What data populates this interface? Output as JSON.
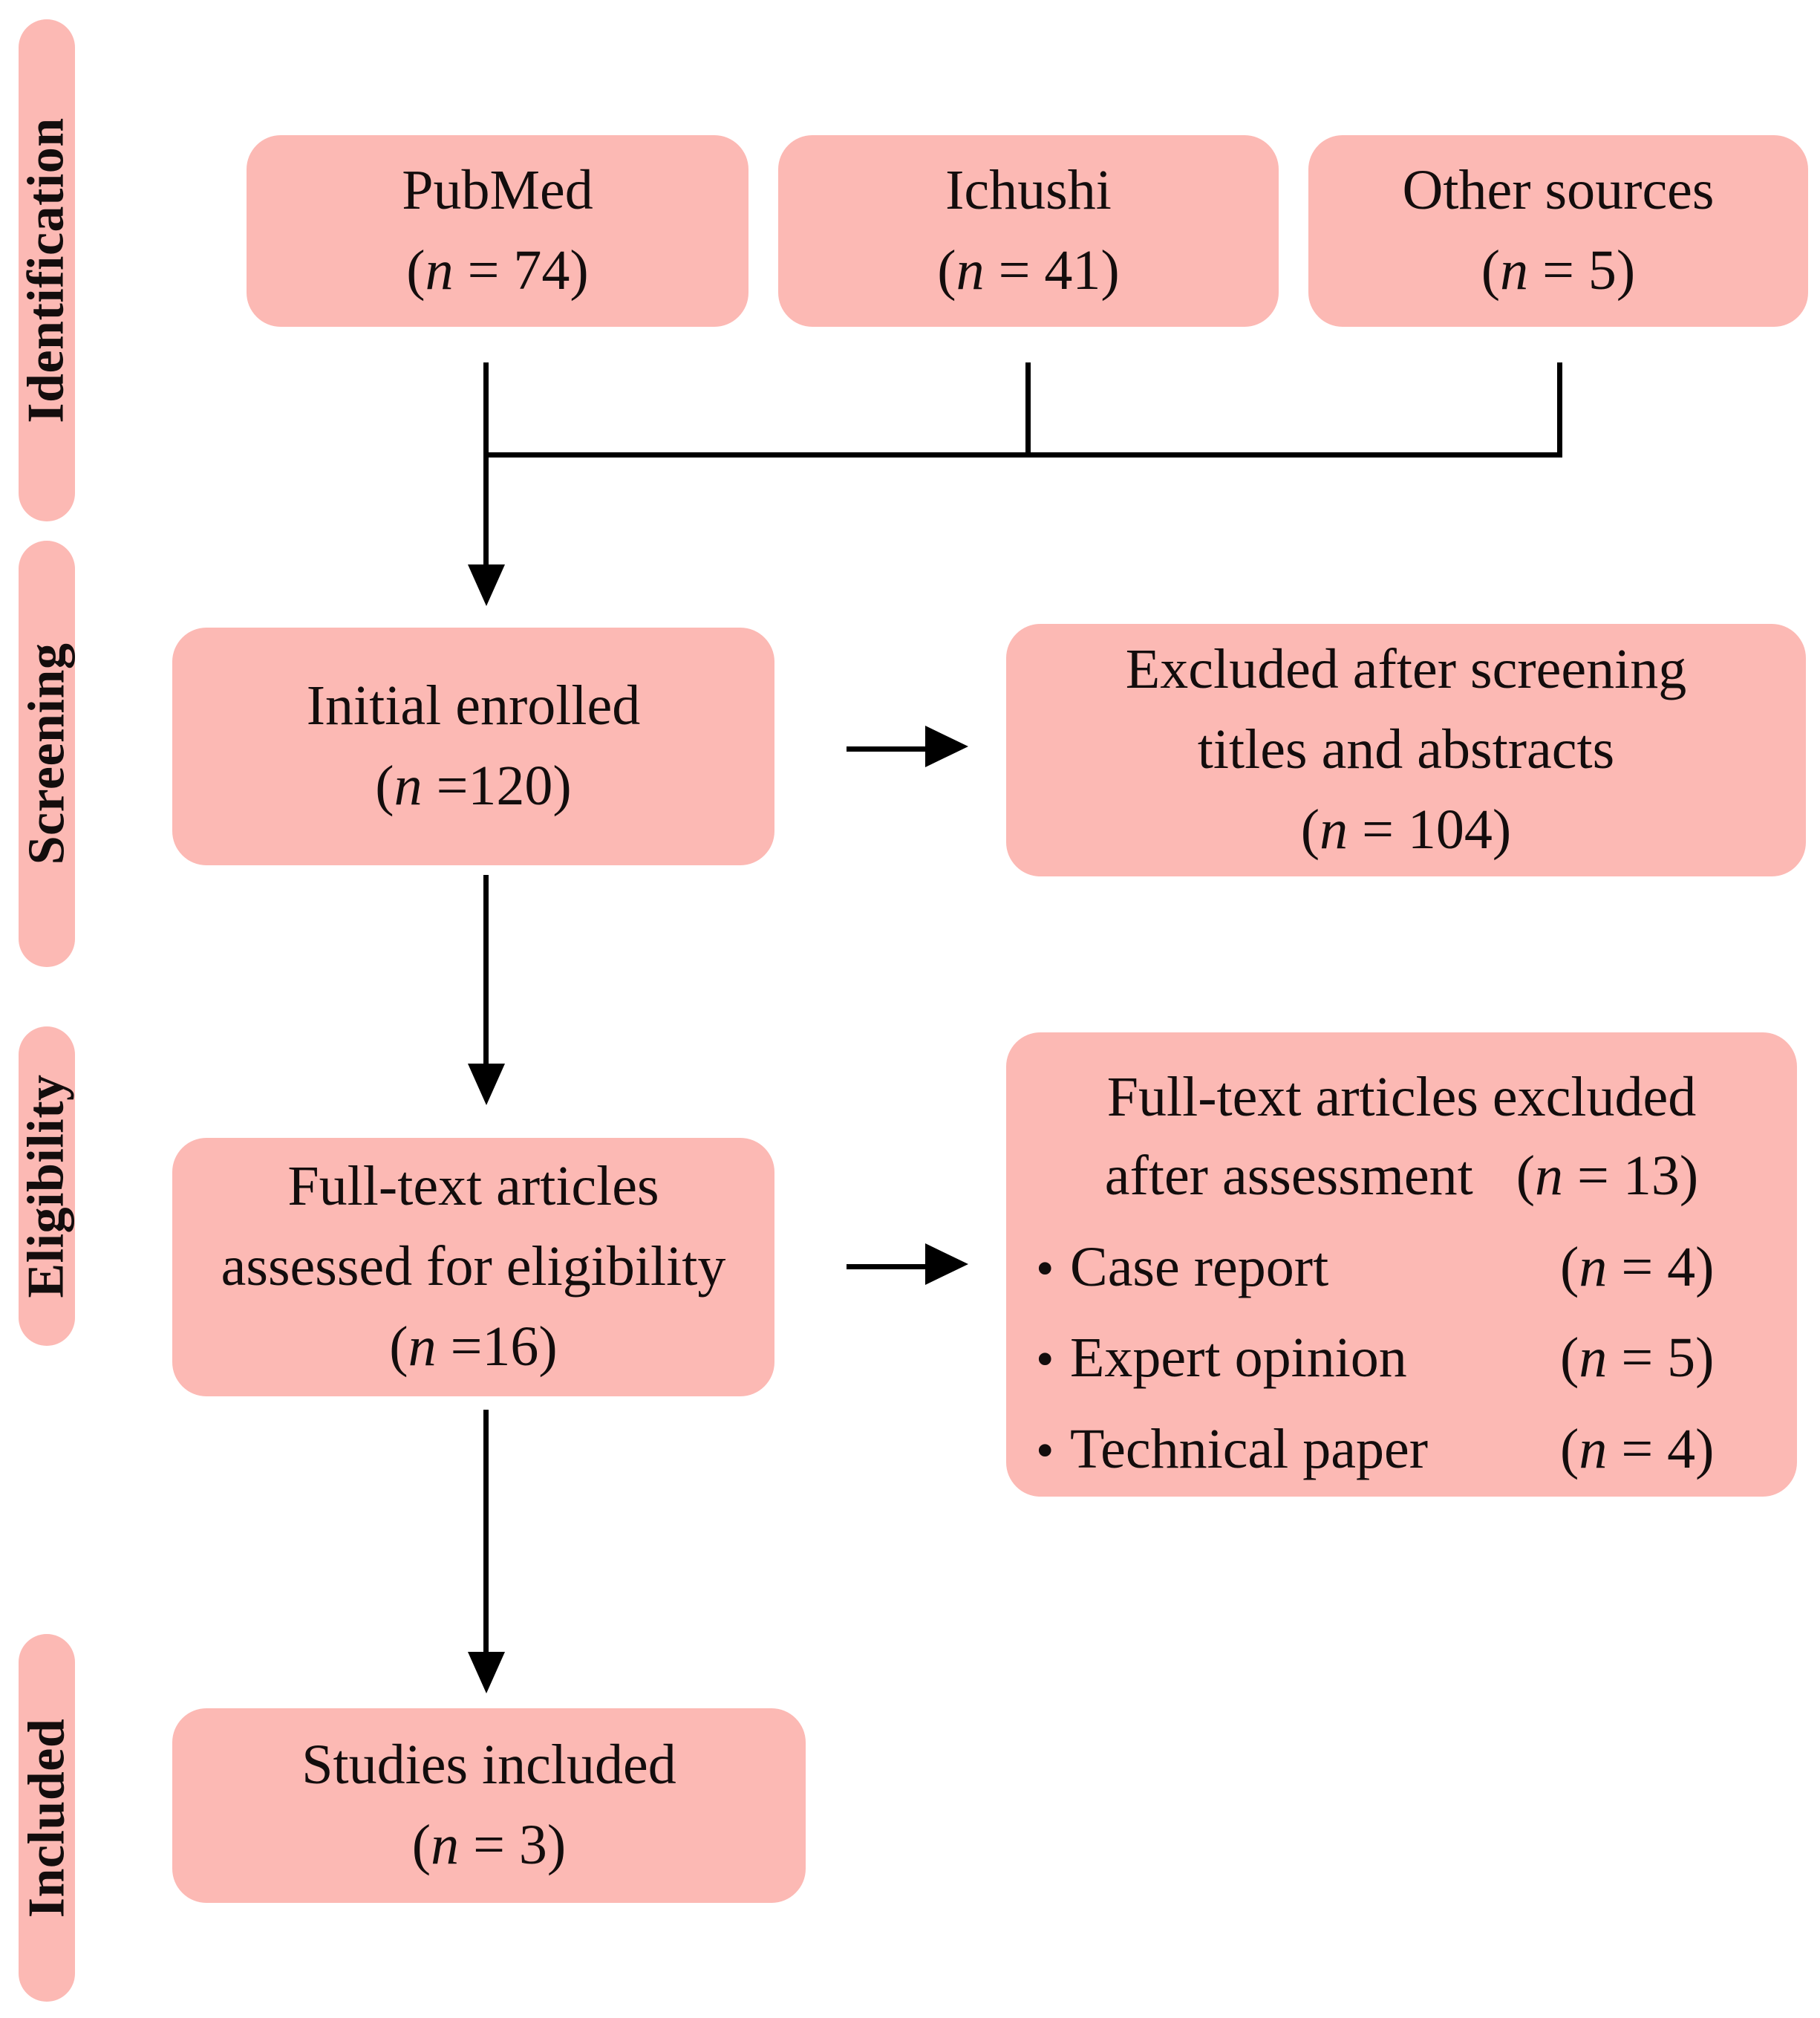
{
  "diagram": {
    "title": "PRISMA study selection flow diagram",
    "accent_color": "#fcb9b4",
    "line_color": "#000000",
    "text_color": "#130d0d"
  },
  "stages": [
    {
      "id": "identification",
      "label": "Identification"
    },
    {
      "id": "screening",
      "label": "Screening"
    },
    {
      "id": "eligibility",
      "label": "Eligibility"
    },
    {
      "id": "included",
      "label": "Included"
    }
  ],
  "sources": [
    {
      "id": "pubmed",
      "name": "PubMed",
      "count_text": "(n = 74)",
      "n_symbol": "n",
      "count_rest": " = 74)",
      "count_open": "("
    },
    {
      "id": "ichushi",
      "name": "Ichushi",
      "count_text": "(n = 41)",
      "n_symbol": "n",
      "count_rest": " = 41)",
      "count_open": "("
    },
    {
      "id": "other-sources",
      "name": "Other sources",
      "count_text": "(n = 5)",
      "n_symbol": "n",
      "count_rest": " = 5)",
      "count_open": "("
    }
  ],
  "screening": {
    "enrolled": {
      "line1": "Initial enrolled",
      "count_open": "(",
      "n_symbol": "n",
      "count_rest": " =120)"
    },
    "excluded": {
      "line1": "Excluded after screening",
      "line2": "titles and abstracts",
      "count_open": "(",
      "n_symbol": "n",
      "count_rest": " = 104)"
    }
  },
  "eligibility": {
    "assessed": {
      "line1": "Full-text articles",
      "line2": "assessed for eligibility",
      "count_open": "(",
      "n_symbol": "n",
      "count_rest": " =16)"
    },
    "excluded": {
      "line1": "Full-text articles excluded",
      "line2": "after assessment",
      "total_open": "(",
      "total_n": "n",
      "total_rest": " = 13)",
      "reasons": [
        {
          "bullet": "•",
          "label": "Case report",
          "count_open": "(",
          "n_symbol": "n",
          "count_rest": " = 4)"
        },
        {
          "bullet": "•",
          "label": "Expert opinion",
          "count_open": "(",
          "n_symbol": "n",
          "count_rest": " = 5)"
        },
        {
          "bullet": "•",
          "label": "Technical paper",
          "count_open": "(",
          "n_symbol": "n",
          "count_rest": " = 4)"
        }
      ]
    }
  },
  "included": {
    "studies": {
      "line1": "Studies included",
      "count_open": "(",
      "n_symbol": "n",
      "count_rest": " = 3)"
    }
  },
  "chart_data": {
    "type": "diagram",
    "title": "PRISMA study selection flow",
    "nodes": [
      {
        "stage": "Identification",
        "label": "PubMed",
        "n": 74
      },
      {
        "stage": "Identification",
        "label": "Ichushi",
        "n": 41
      },
      {
        "stage": "Identification",
        "label": "Other sources",
        "n": 5
      },
      {
        "stage": "Screening",
        "label": "Initial enrolled",
        "n": 120
      },
      {
        "stage": "Screening",
        "label": "Excluded after screening titles and abstracts",
        "n": 104
      },
      {
        "stage": "Eligibility",
        "label": "Full-text articles assessed for eligibility",
        "n": 16
      },
      {
        "stage": "Eligibility",
        "label": "Full-text articles excluded after assessment",
        "n": 13
      },
      {
        "stage": "Eligibility",
        "label": "Case report",
        "n": 4
      },
      {
        "stage": "Eligibility",
        "label": "Expert opinion",
        "n": 5
      },
      {
        "stage": "Eligibility",
        "label": "Technical paper",
        "n": 4
      },
      {
        "stage": "Included",
        "label": "Studies included",
        "n": 3
      }
    ]
  }
}
